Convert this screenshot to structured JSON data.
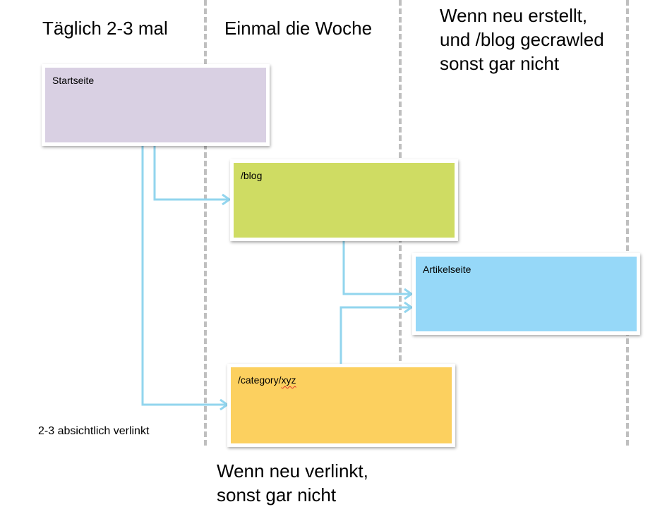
{
  "columns": {
    "col1": "Täglich 2-3 mal",
    "col2": "Einmal die Woche",
    "col3": "Wenn neu erstellt,\nund /blog gecrawled\nsonst gar nicht"
  },
  "boxes": {
    "startseite": {
      "label": "Startseite",
      "color": "#d9d0e3"
    },
    "blog": {
      "label": "/blog",
      "color": "#cfdc63"
    },
    "artikelseite": {
      "label": "Artikelseite",
      "color": "#96d8f8"
    },
    "category_prefix": "/category/",
    "category_suffix": "xyz",
    "category_color": "#fcd05f"
  },
  "annotations": {
    "links": "2-3 absichtlich verlinkt",
    "bottom": "Wenn neu verlinkt,\nsonst gar nicht"
  },
  "colors": {
    "arrow": "#92d5ee",
    "divider": "#bfbfbf"
  }
}
